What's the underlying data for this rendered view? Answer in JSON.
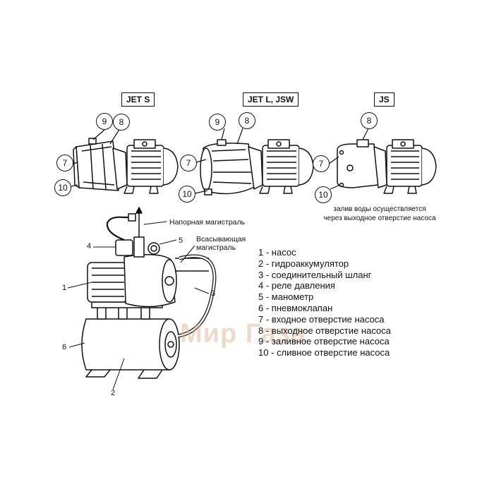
{
  "variants": {
    "jet_s": "JET S",
    "jet_l": "JET L, JSW",
    "js": "JS"
  },
  "callouts": {
    "n7": "7",
    "n8": "8",
    "n9": "9",
    "n10": "10"
  },
  "js_note": {
    "line1": "залив воды осуществляется",
    "line2": "через выходное отверстие насоса"
  },
  "pipes": {
    "pressure_line": "Напорная магистраль",
    "suction_line_1": "Всасывающая",
    "suction_line_2": "магистраль"
  },
  "assembly_numbers": {
    "n1": "1",
    "n2": "2",
    "n3": "3",
    "n4": "4",
    "n5": "5",
    "n6": "6"
  },
  "legend": [
    "1 - насос",
    "2 - гидроаккумулятор",
    "3 - соединительный шланг",
    "4 - реле давления",
    "5 - манометр",
    "6 - пневмоклапан",
    "7 - входное отверстие насоса",
    "8 - выходное отверстие насоса",
    "9 - заливное отверстие насоса",
    "10 - сливное отверстие насоса"
  ],
  "watermark": "Мир Газа"
}
